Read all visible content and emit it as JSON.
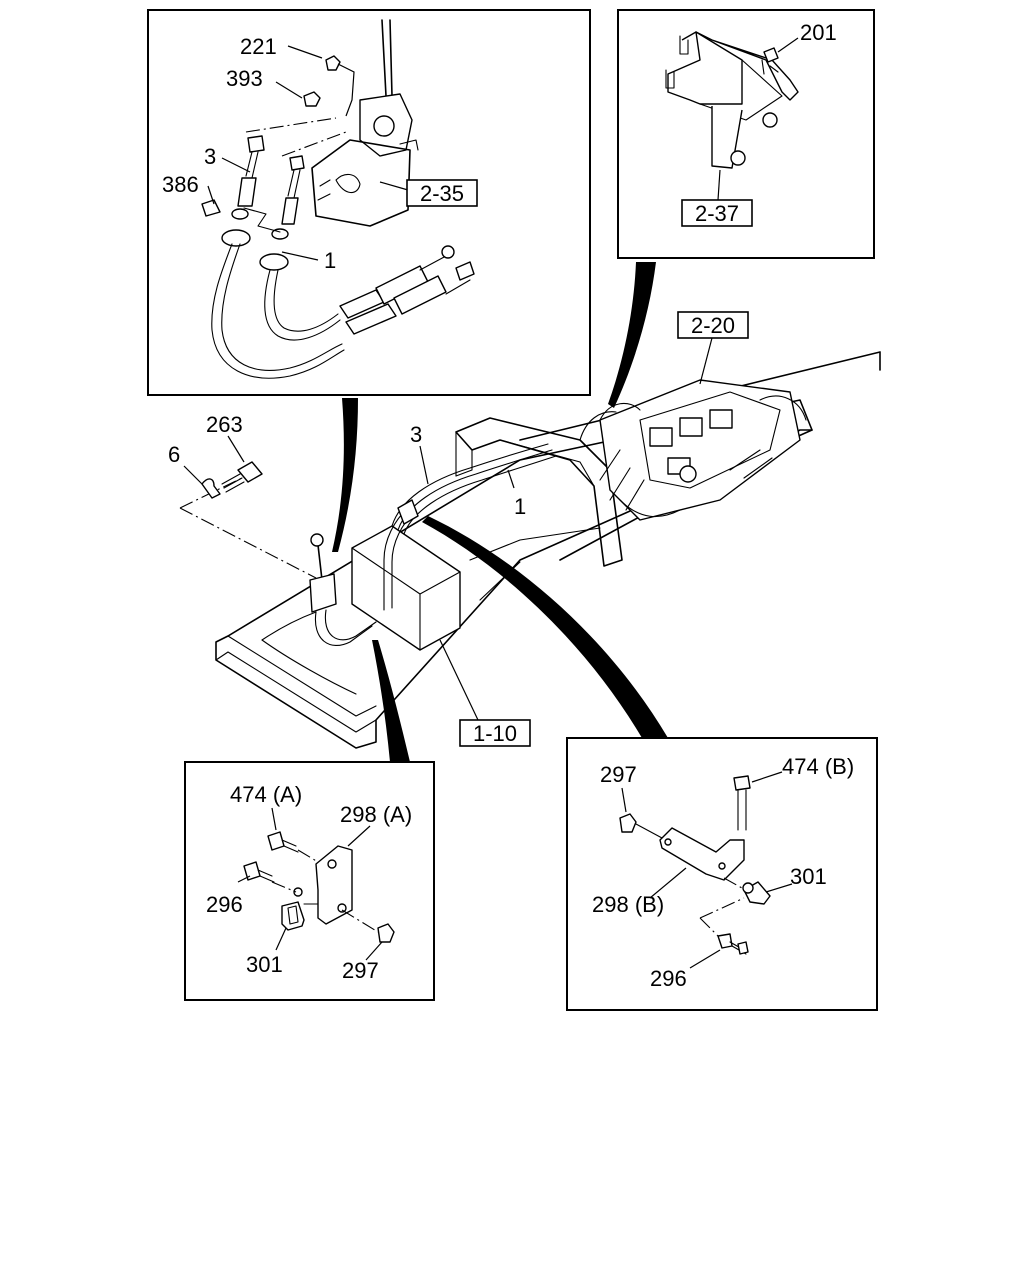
{
  "diagram": {
    "callouts": {
      "p221": "221",
      "p393": "393",
      "p3_top": "3",
      "p386": "386",
      "p1_top": "1",
      "p201": "201",
      "p263": "263",
      "p6": "6",
      "p3_main": "3",
      "p1_main": "1",
      "pA_474": "474 (A)",
      "pA_298": "298 (A)",
      "pA_296": "296",
      "pA_301": "301",
      "pA_297": "297",
      "pB_297": "297",
      "pB_474": "474 (B)",
      "pB_301": "301",
      "pB_298": "298 (B)",
      "pB_296": "296"
    },
    "refs": {
      "r2_35": "2-35",
      "r2_37": "2-37",
      "r2_20": "2-20",
      "r1_10": "1-10"
    }
  }
}
